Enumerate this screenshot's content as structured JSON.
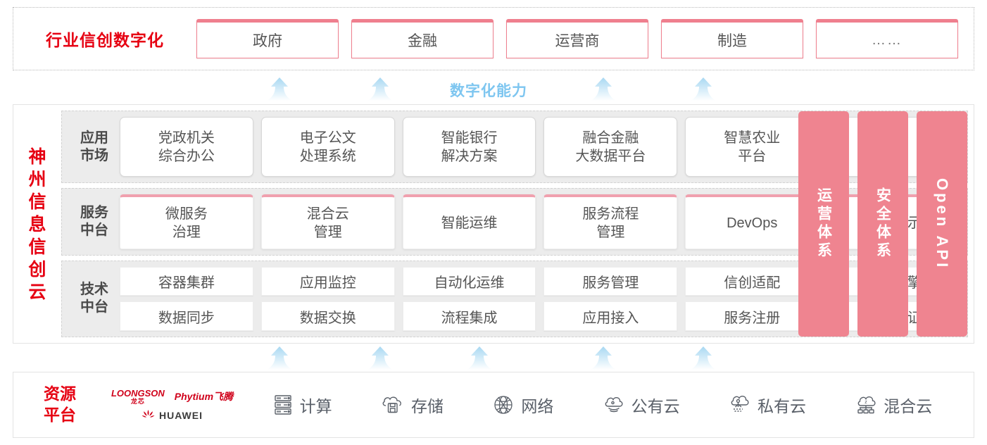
{
  "industry": {
    "title": "行业信创数字化",
    "cards": [
      {
        "label": "政府"
      },
      {
        "label": "金融"
      },
      {
        "label": "运营商"
      },
      {
        "label": "制造"
      },
      {
        "label": "……"
      }
    ]
  },
  "capability": {
    "label": "数字化能力",
    "arrow_count_top": 4,
    "arrow_count_bottom": 5,
    "arrow_color": "#bfe1f5"
  },
  "cloud": {
    "title_chars": [
      "神",
      "州",
      "信",
      "息",
      "信",
      "创",
      "云"
    ],
    "tiers": [
      {
        "key": "app-market",
        "label_lines": [
          "应用",
          "市场"
        ],
        "cards": [
          {
            "label": "党政机关\n综合办公"
          },
          {
            "label": "电子公文\n处理系统"
          },
          {
            "label": "智能银行\n解决方案"
          },
          {
            "label": "融合金融\n大数据平台"
          },
          {
            "label": "智慧农业\n平台"
          },
          {
            "label": "……"
          }
        ]
      },
      {
        "key": "service-platform",
        "label_lines": [
          "服务",
          "中台"
        ],
        "cards": [
          {
            "label": "微服务\n治理"
          },
          {
            "label": "混合云\n管理"
          },
          {
            "label": "智能运维"
          },
          {
            "label": "服务流程\n管理"
          },
          {
            "label": "DevOps"
          },
          {
            "label": "大屏展示"
          }
        ]
      },
      {
        "key": "tech-platform",
        "label_lines": [
          "技术",
          "中台"
        ],
        "rows": [
          [
            "容器集群",
            "应用监控",
            "自动化运维",
            "服务管理",
            "信创适配",
            "流程引擎"
          ],
          [
            "数据同步",
            "数据交换",
            "流程集成",
            "应用接入",
            "服务注册",
            "统一认证"
          ]
        ]
      }
    ],
    "side_panels": [
      {
        "label": "运营体系",
        "type": "cjk"
      },
      {
        "label": "安全体系",
        "type": "cjk"
      },
      {
        "label": "Open API",
        "type": "latin"
      }
    ],
    "panel_color": "#ef8490"
  },
  "resource": {
    "title_lines": [
      "资源",
      "平台"
    ],
    "vendors": [
      {
        "name": "LOONGSON",
        "cn": "龙芯"
      },
      {
        "name": "Phytium飞腾"
      },
      {
        "name": "HUAWEI"
      }
    ],
    "items": [
      {
        "label": "计算",
        "icon": "server-icon"
      },
      {
        "label": "存储",
        "icon": "cloud-storage-icon"
      },
      {
        "label": "网络",
        "icon": "network-globe-icon"
      },
      {
        "label": "公有云",
        "icon": "public-cloud-icon"
      },
      {
        "label": "私有云",
        "icon": "private-cloud-icon"
      },
      {
        "label": "混合云",
        "icon": "hybrid-cloud-icon"
      }
    ]
  },
  "colors": {
    "brand_red": "#e60012",
    "card_pink": "#ef7f8e",
    "arrow_blue": "#bfe1f5",
    "panel_gray": "#ececec"
  }
}
